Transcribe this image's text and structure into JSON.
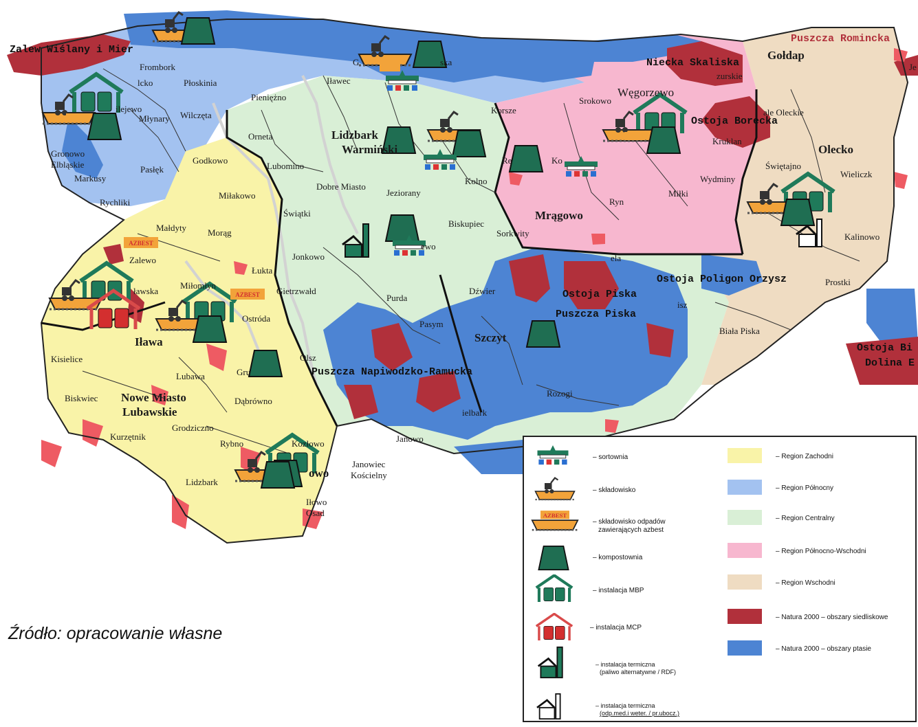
{
  "map": {
    "parks": {
      "zalew": "Zalew Wiślany i Mier",
      "romincka": "Puszcza Romincka",
      "niecka": "Niecka Skaliska",
      "borecka": "Ostoja Borecka",
      "poligon": "Ostoja Poligon Orzysz",
      "piska": "Ostoja Piska",
      "puszcza_piska": "Puszcza Piska",
      "napiwodzko": "Puszcza Napiwodzko-Ramucka",
      "ostoja_bi": "Ostoja Bi",
      "dolina": "Dolina E",
      "wegorzewo": "Węgorzewo"
    },
    "places": {
      "frombork": "Frombork",
      "plaskinia": "Płoskinia",
      "pieniezno": "Pieniężno",
      "elblag": "lcko",
      "tolkmicko": "Tolkmicko",
      "milejewo": "ilejewo",
      "mlynary": "Młynary",
      "wilczeta": "Wilczęta",
      "gronowo": "Gronowo",
      "elblaskie": "Elbląskie",
      "markusy": "Markusy",
      "paslek": "Pasłęk",
      "rychliki": "Rychliki",
      "godkowo": "Godkowo",
      "orneta": "Orneta",
      "lubomino": "Lubomino",
      "lidzbark_w1": "Lidzbark",
      "lidzbark_w2": "Warmiński",
      "dobre_miasto": "Dobre Miasto",
      "jeziorany": "Jeziorany",
      "kolno": "Kolno",
      "korsze": "Korsze",
      "srokowo": "Srokowo",
      "goldap": "Gołdap",
      "mazurskie": "zurskie",
      "oleckie": "ale Oleckie",
      "olecko": "Olecko",
      "swietajno": "Świętajno",
      "wieliczki": "Wieliczk",
      "kruklanki": "Kruklan",
      "wydminy": "Wydminy",
      "milki": "Miłki",
      "ryn": "Ryn",
      "mragowo": "Mrągowo",
      "sorkwity": "Sorkwity",
      "biskupiec": "Biskupiec",
      "milakowo": "Miłakowo",
      "maldyty": "Małdyty",
      "morag": "Morąg",
      "swiatki": "Świątki",
      "jonkowo": "Jonkowo",
      "lukta": "Łukta",
      "zalewo": "Zalewo",
      "milomlyn": "Miłomłyn",
      "ostroda": "Ostróda",
      "ilawa_sk": "ławska",
      "ilawa": "Iława",
      "gietrzwald": "Gietrzwałd",
      "purda": "Purda",
      "barczewo": "ewo",
      "dzwierzuty": "Dźwier",
      "pasym": "Pasym",
      "szczytno": "Szczyt",
      "kisielice": "Kisielice",
      "lubawa": "Lubawa",
      "olsztynek": "Olsz",
      "grunwald": "Gru",
      "dabrowno": "Dąbrówno",
      "biskwiec": "Biskwiec",
      "nowe_miasto": "Nowe Miasto",
      "lubawskie": "Lubawskie",
      "grodziczno": "Grodziczno",
      "kurzetnik": "Kurzętnik",
      "rybno": "Rybno",
      "kozlowo": "Kozłowo",
      "janowo": "Janowo",
      "janowiec": "Janowiec",
      "koscielny": "Kościelny",
      "lidzbark": "Lidzbark",
      "dzialdowo": "owo",
      "ilowo": "Iłowo",
      "osada": "Osad",
      "wielbark": "ielbark",
      "rozogi": "Rozogi",
      "biala_piska": "Biała Piska",
      "prostki": "Prostki",
      "kalinowo": "Kalinowo",
      "ela": "ela",
      "isz": "isz",
      "re": "Re",
      "ko": "Ko",
      "ilawec": "Iławec",
      "gorowo": "G",
      "ska": "ska",
      "korsze2": "Korsze",
      "je": "Je"
    },
    "azbest_label": "AZBEST"
  },
  "source_note": "Źródło: opracowanie własne",
  "legend": {
    "symbols": [
      {
        "icon": "sorting-plant-icon",
        "label": "– sortownia"
      },
      {
        "icon": "landfill-icon",
        "label": "– składowisko"
      },
      {
        "icon": "asbestos-landfill-icon",
        "label1": "– składowisko odpadów",
        "label2": "zawierających azbest"
      },
      {
        "icon": "composting-plant-icon",
        "label": "– kompostownia"
      },
      {
        "icon": "mbp-installation-icon",
        "label": "– instalacja MBP"
      },
      {
        "icon": "mcp-installation-icon",
        "label": "– instalacja MCP"
      },
      {
        "icon": "thermal-rdf-icon",
        "label1": "– instalacja termiczna",
        "label2": "(paliwo alternatywne / RDF)"
      },
      {
        "icon": "thermal-medical-icon",
        "label1": "– instalacja termiczna",
        "label2": "(odp.med.i weter. / pr.ubocz.)"
      }
    ],
    "regions": [
      {
        "color": "#f9f3a8",
        "label": "– Region Zachodni"
      },
      {
        "color": "#a3c2f0",
        "label": "– Region Północny"
      },
      {
        "color": "#d9efd6",
        "label": "– Region Centralny"
      },
      {
        "color": "#f7b7cf",
        "label": "– Region Północno-Wschodni"
      },
      {
        "color": "#efdcc2",
        "label": "– Region Wschodni"
      },
      {
        "color": "#b1303b",
        "label": "– Natura 2000 – obszary siedliskowe"
      },
      {
        "color": "#4d84d3",
        "label": "– Natura 2000 – obszary ptasie"
      }
    ],
    "azbest_label": "AZBEST"
  },
  "colors": {
    "zachodni": "#f9f3a8",
    "polnocny": "#a3c2f0",
    "centralny": "#d9efd6",
    "pn_wschodni": "#f7b7cf",
    "wschodni": "#efdcc2",
    "siedliskowe": "#b1303b",
    "ptasie": "#4d84d3",
    "red_patch": "#ee5b63",
    "green_icon": "#1f7a5a",
    "orange": "#f2a33a"
  }
}
